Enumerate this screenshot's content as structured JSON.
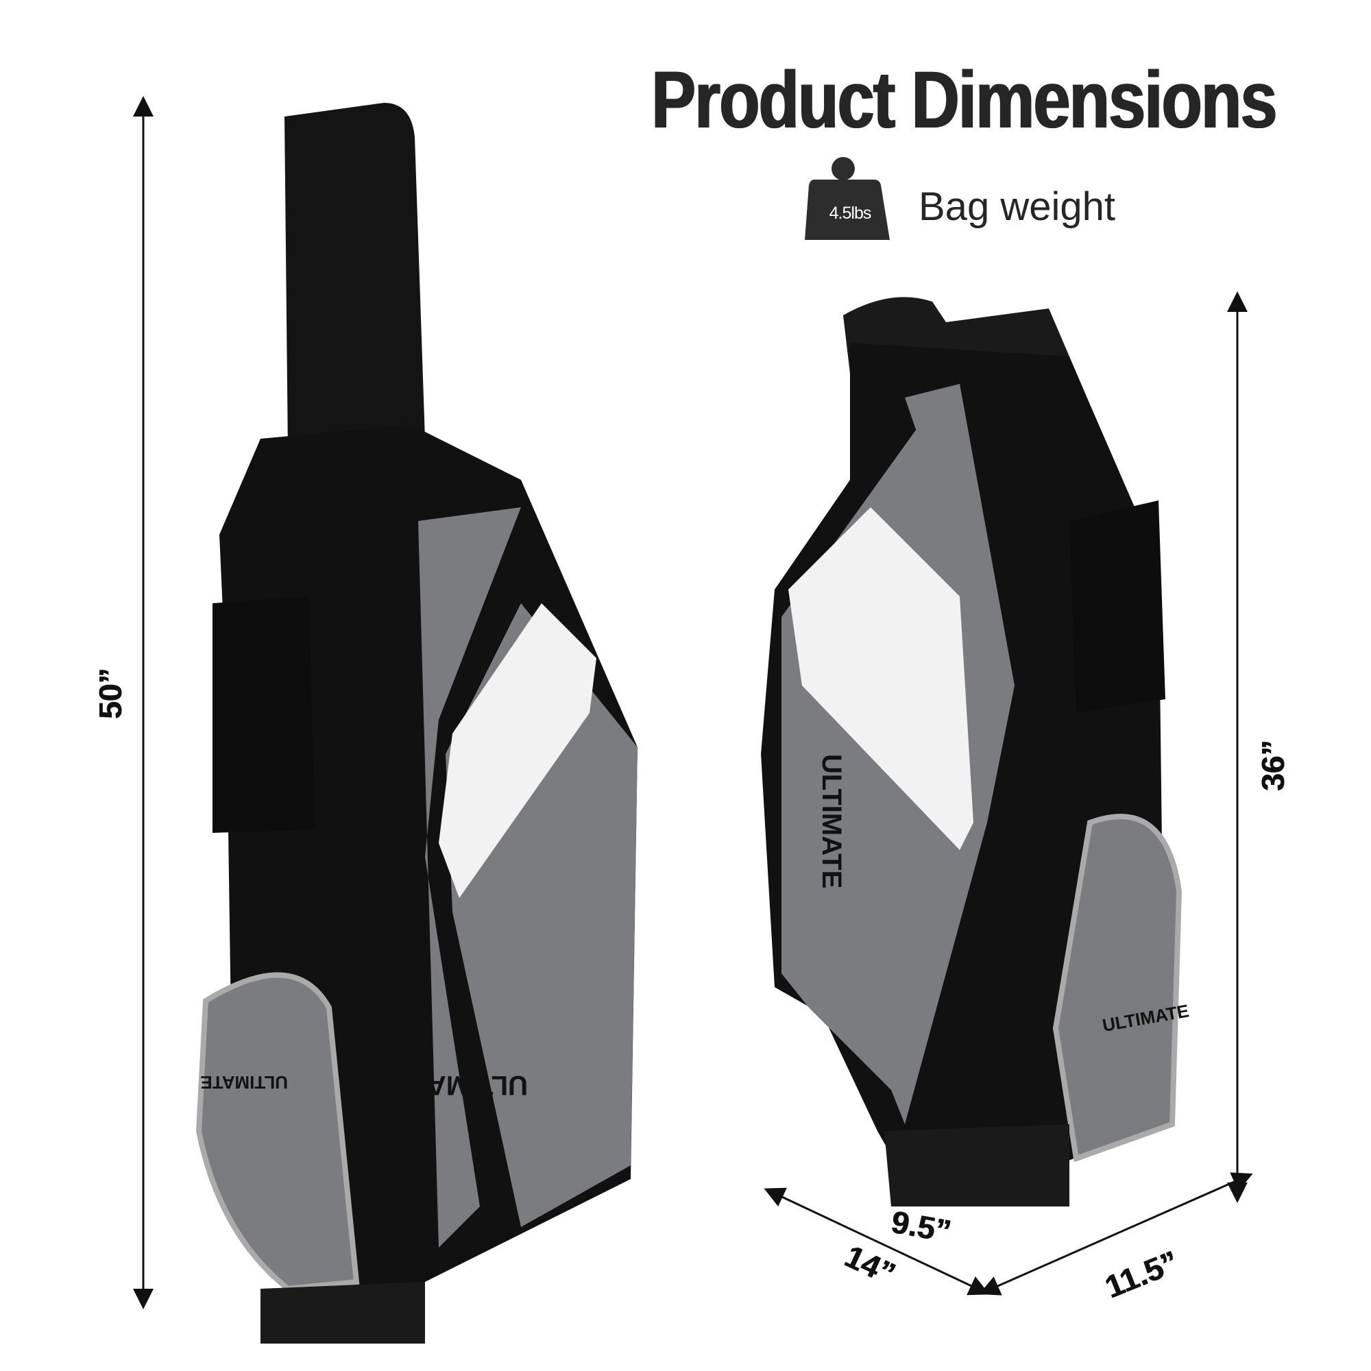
{
  "header": {
    "title": "Product Dimensions"
  },
  "weight": {
    "value": "4.5lbs",
    "label": "Bag weight",
    "icon": "weight-icon"
  },
  "dimensions": {
    "left_height": "50”",
    "right_height": "36”",
    "base_width": "14”",
    "base_depth": "11.5”",
    "bottom_width": "9.5”"
  },
  "product": {
    "brand_text": "ULTIMATE"
  },
  "colors": {
    "black": "#111111",
    "gray": "#7a7c7f",
    "white": "#f2f2f2",
    "text": "#262626"
  }
}
